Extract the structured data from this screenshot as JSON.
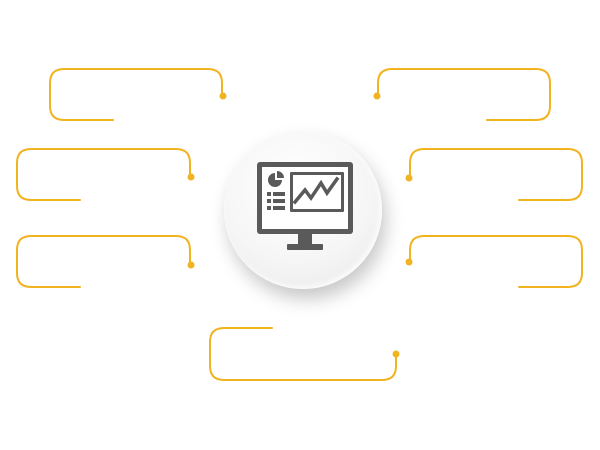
{
  "diagram": {
    "accent_color": "#F2B320",
    "icon_color": "#5a5a5a",
    "hub_icon": "monitor-analytics-icon",
    "callouts": [
      {
        "id": "top-left",
        "text": ""
      },
      {
        "id": "middle-left",
        "text": ""
      },
      {
        "id": "lower-left",
        "text": ""
      },
      {
        "id": "top-right",
        "text": ""
      },
      {
        "id": "middle-right",
        "text": ""
      },
      {
        "id": "lower-right",
        "text": ""
      },
      {
        "id": "bottom-center",
        "text": ""
      }
    ]
  }
}
